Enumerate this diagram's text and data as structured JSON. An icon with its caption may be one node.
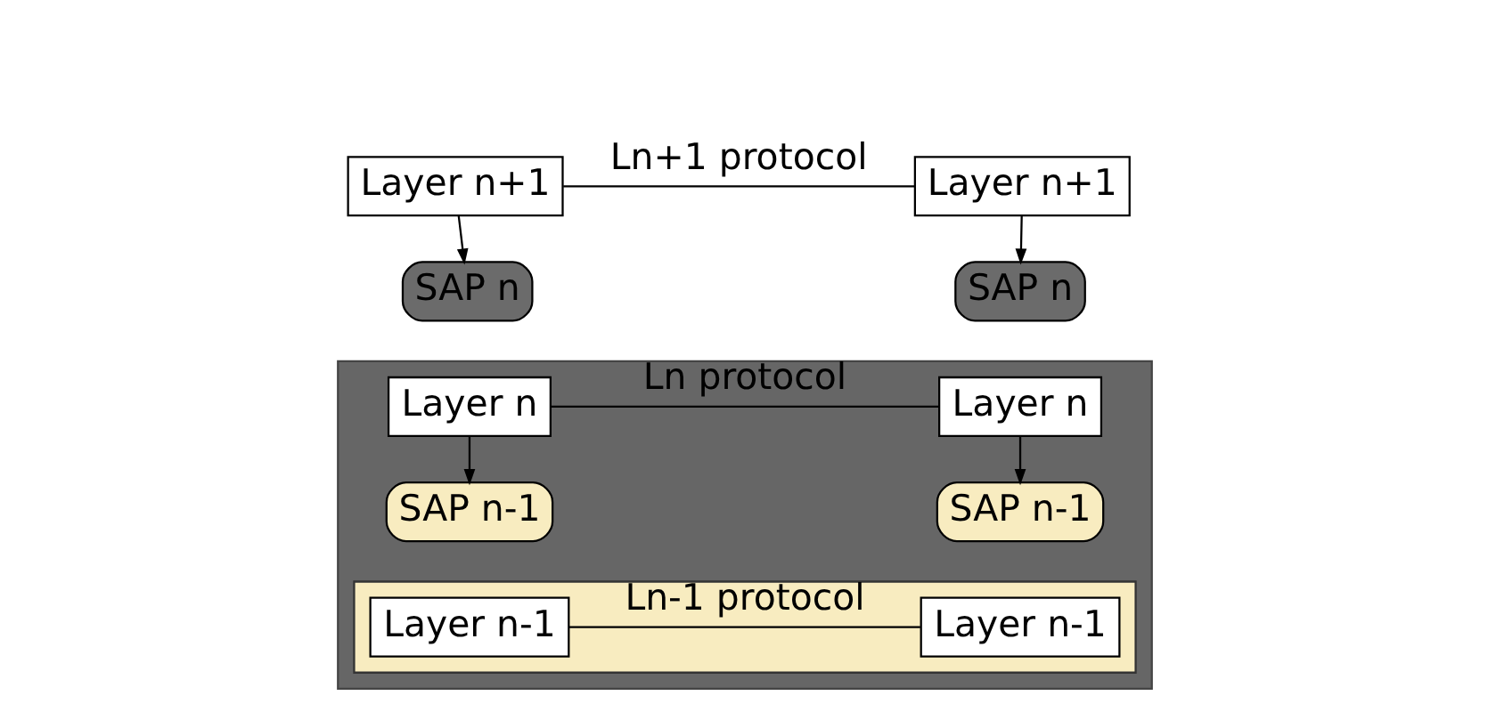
{
  "diagram": {
    "nodes": [
      {
        "text": [
          "Layer n+1"
        ]
      },
      {
        "text": [
          "Layer n+1"
        ]
      },
      {
        "text": [
          "SAP n"
        ]
      },
      {
        "text": [
          "SAP n"
        ]
      },
      {
        "text": [],
        "shape": "box"
      },
      {
        "text": [
          "Layer n"
        ],
        "in": 4
      },
      {
        "text": [
          "Layer n"
        ],
        "in": 4
      },
      {
        "text": [
          "SAP n-1"
        ],
        "in": 4
      },
      {
        "text": [
          "SAP n-1"
        ],
        "in": 4
      },
      {
        "text": [],
        "shape": "box",
        "in": 4
      },
      {
        "text": [
          "Layer n-1"
        ],
        "in": 9
      },
      {
        "text": [
          "Layer n-1"
        ],
        "in": 9
      }
    ],
    "edges": [
      {
        "from": 0,
        "to": 1,
        "arrow": "none",
        "label": "Ln+1 protocol"
      },
      {
        "from": 0,
        "to": 2,
        "arrow": "to"
      },
      {
        "from": 1,
        "to": 3,
        "arrow": "to"
      },
      {
        "from": 5,
        "to": 6,
        "arrow": "none",
        "label": "Ln protocol"
      },
      {
        "from": 5,
        "to": 7,
        "arrow": "to"
      },
      {
        "from": 6,
        "to": 8,
        "arrow": "to"
      },
      {
        "from": 10,
        "to": 11,
        "arrow": "none",
        "label": "Ln-1 protocol"
      }
    ]
  }
}
